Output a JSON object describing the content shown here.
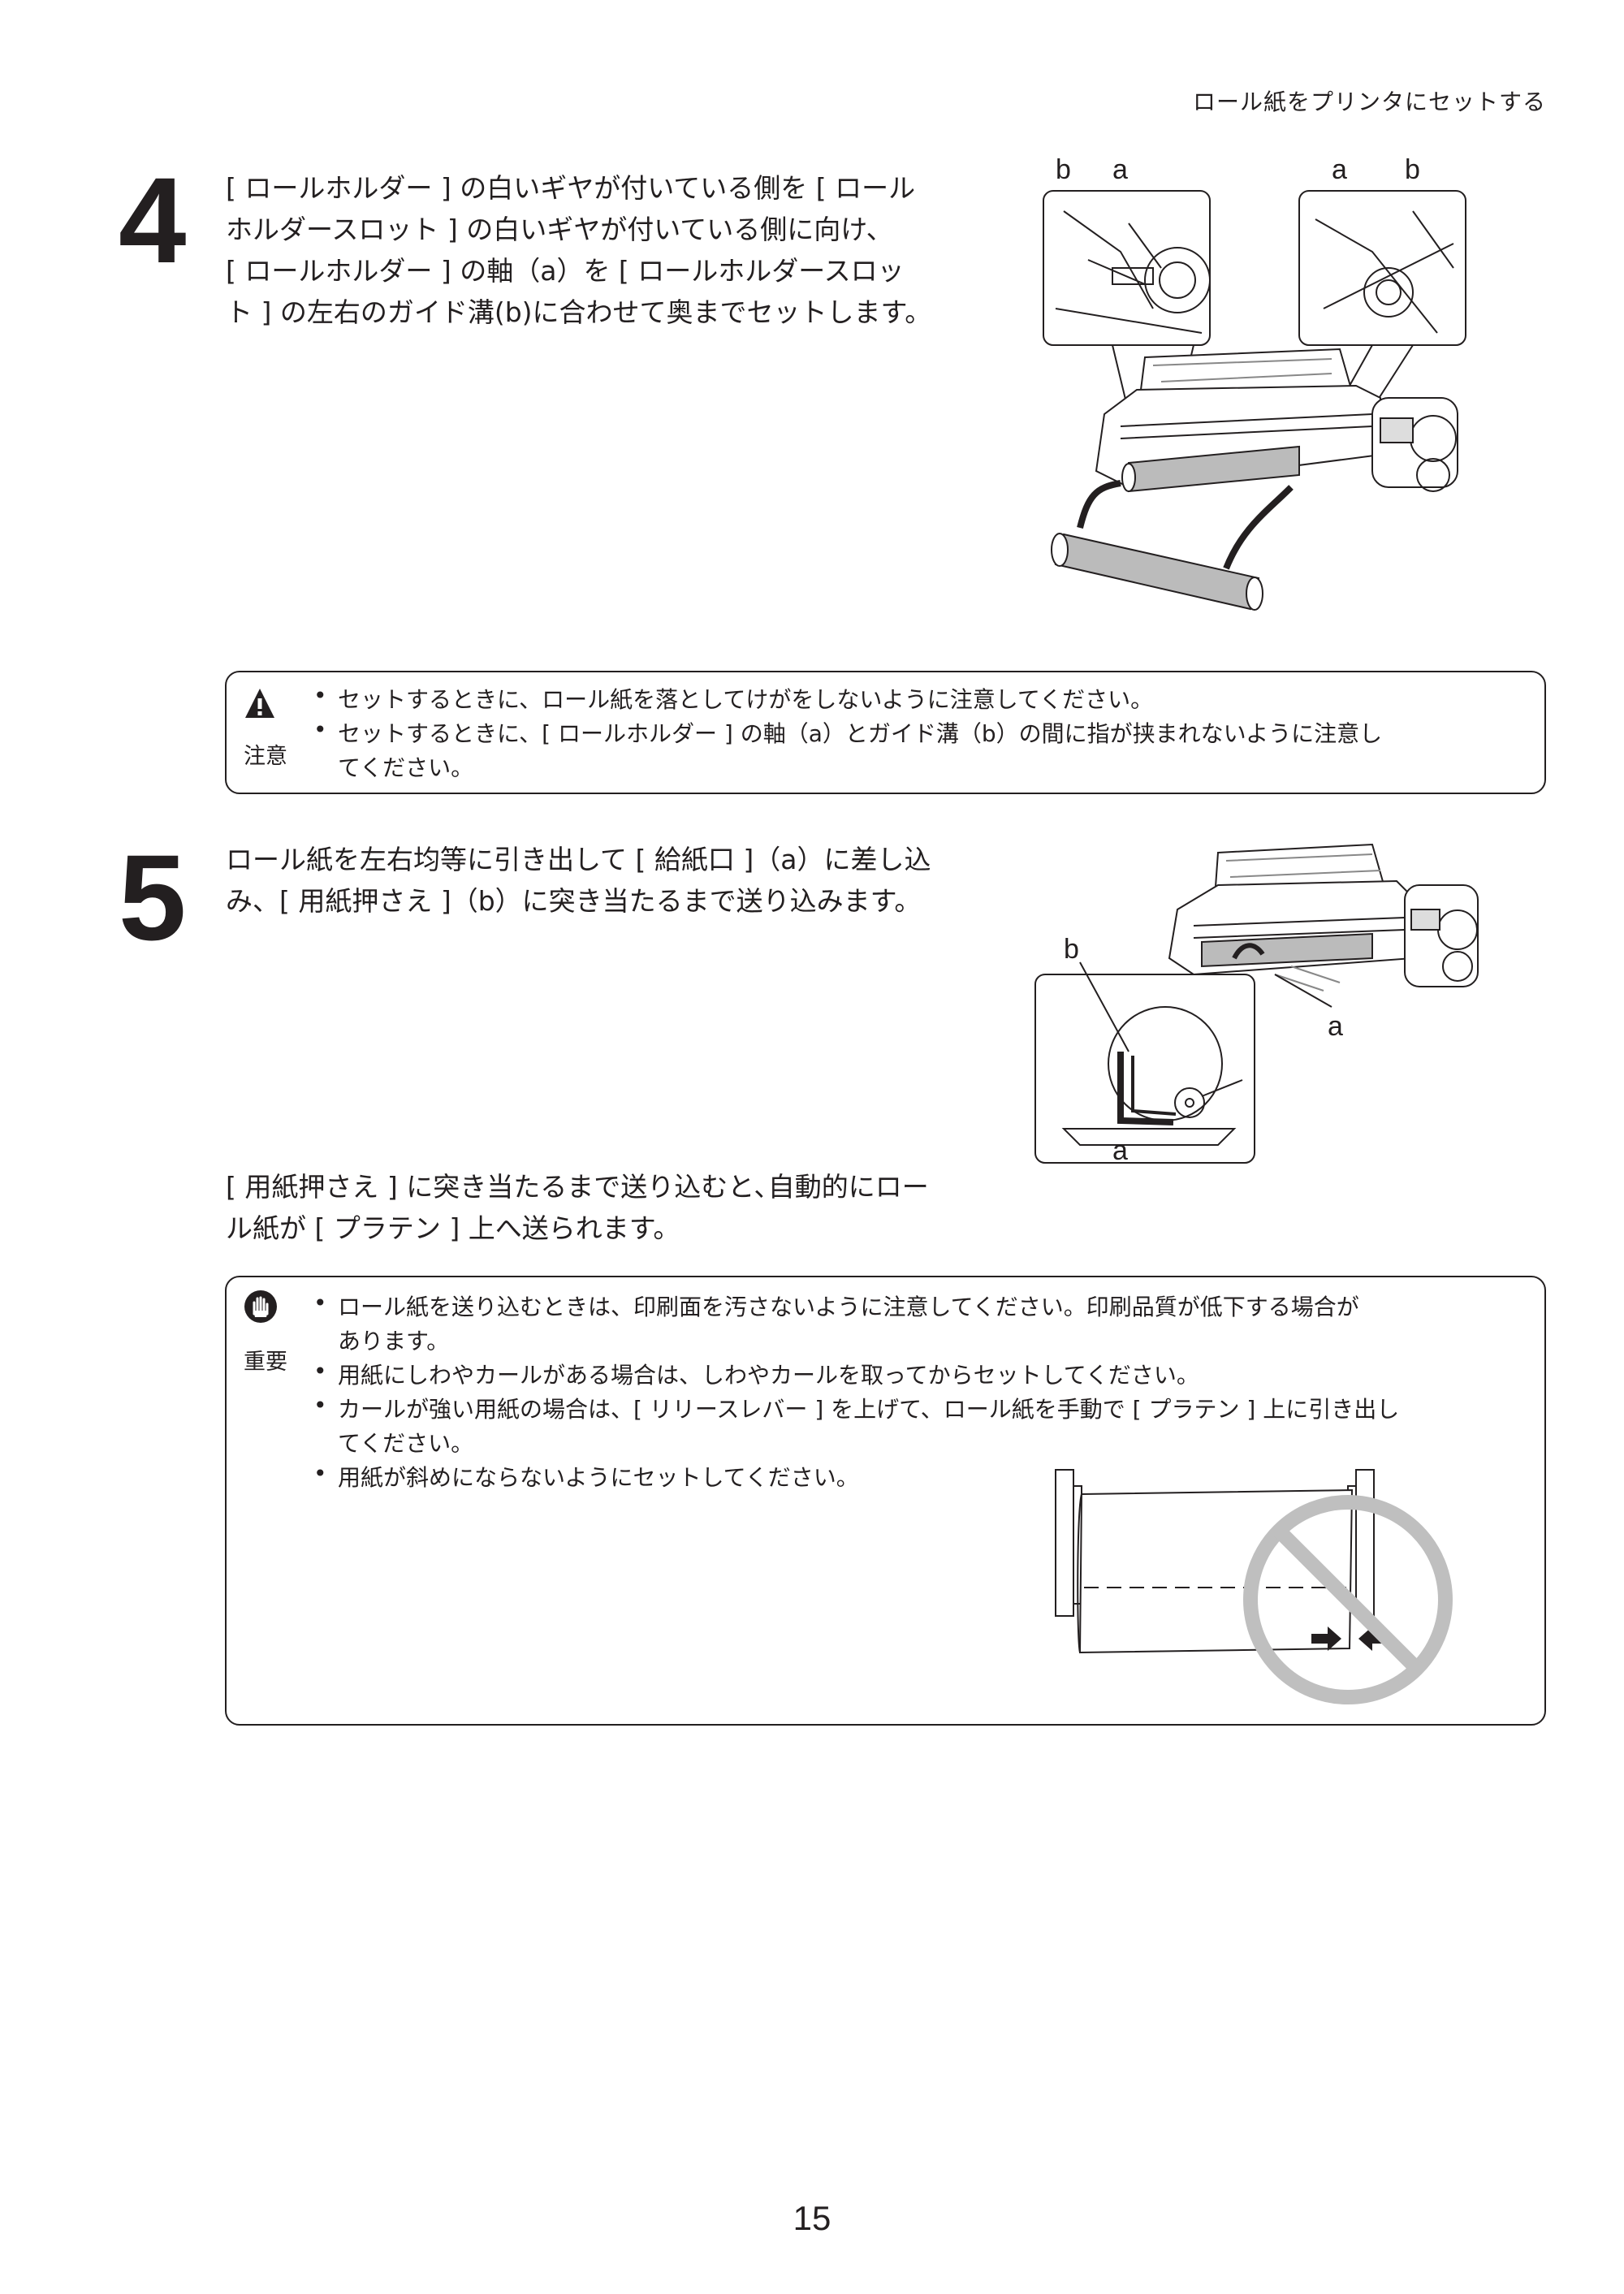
{
  "header": {
    "section_title": "ロール紙をプリンタにセットする"
  },
  "step4": {
    "number": "4",
    "lines": [
      "[ ロールホルダー ] の白いギヤが付いている側を [ ロール",
      "ホルダースロット ] の白いギヤが付いている側に向け、",
      "[ ロールホルダー ] の軸（a）を [ ロールホルダースロッ",
      "ト ] の左右のガイド溝(b)に合わせて奥までセットします。"
    ],
    "figure_labels": {
      "left_b": "b",
      "left_a": "a",
      "right_a": "a",
      "right_b": "b"
    }
  },
  "caution": {
    "label": "注意",
    "bullet1": "セットするときに、ロール紙を落としてけがをしないように注意してください。",
    "bullet2_line1": "セットするときに、[ ロールホルダー ] の軸（a）とガイド溝（b）の間に指が挟まれないように注意し",
    "bullet2_line2": "てください。"
  },
  "step5": {
    "number": "5",
    "lines": [
      "ロール紙を左右均等に引き出して [ 給紙口 ]（a）に差し込",
      "み、[ 用紙押さえ ]（b）に突き当たるまで送り込みます。"
    ],
    "after_lines": [
      "[ 用紙押さえ ] に突き当たるまで送り込むと､自動的にロー",
      "ル紙が [ プラテン ] 上へ送られます。"
    ],
    "figure_labels": {
      "b": "b",
      "a_top": "a",
      "a_bottom": "a"
    }
  },
  "important": {
    "label": "重要",
    "bullet1_line1": "ロール紙を送り込むときは、印刷面を汚さないように注意してください。印刷品質が低下する場合が",
    "bullet1_line2": "あります。",
    "bullet2": "用紙にしわやカールがある場合は、しわやカールを取ってからセットしてください。",
    "bullet3_line1": "カールが強い用紙の場合は、[ リリースレバー ] を上げて、ロール紙を手動で [ プラテン ] 上に引き出し",
    "bullet3_line2": "てください。",
    "bullet4": "用紙が斜めにならないようにセットしてください。"
  },
  "page_number": "15"
}
